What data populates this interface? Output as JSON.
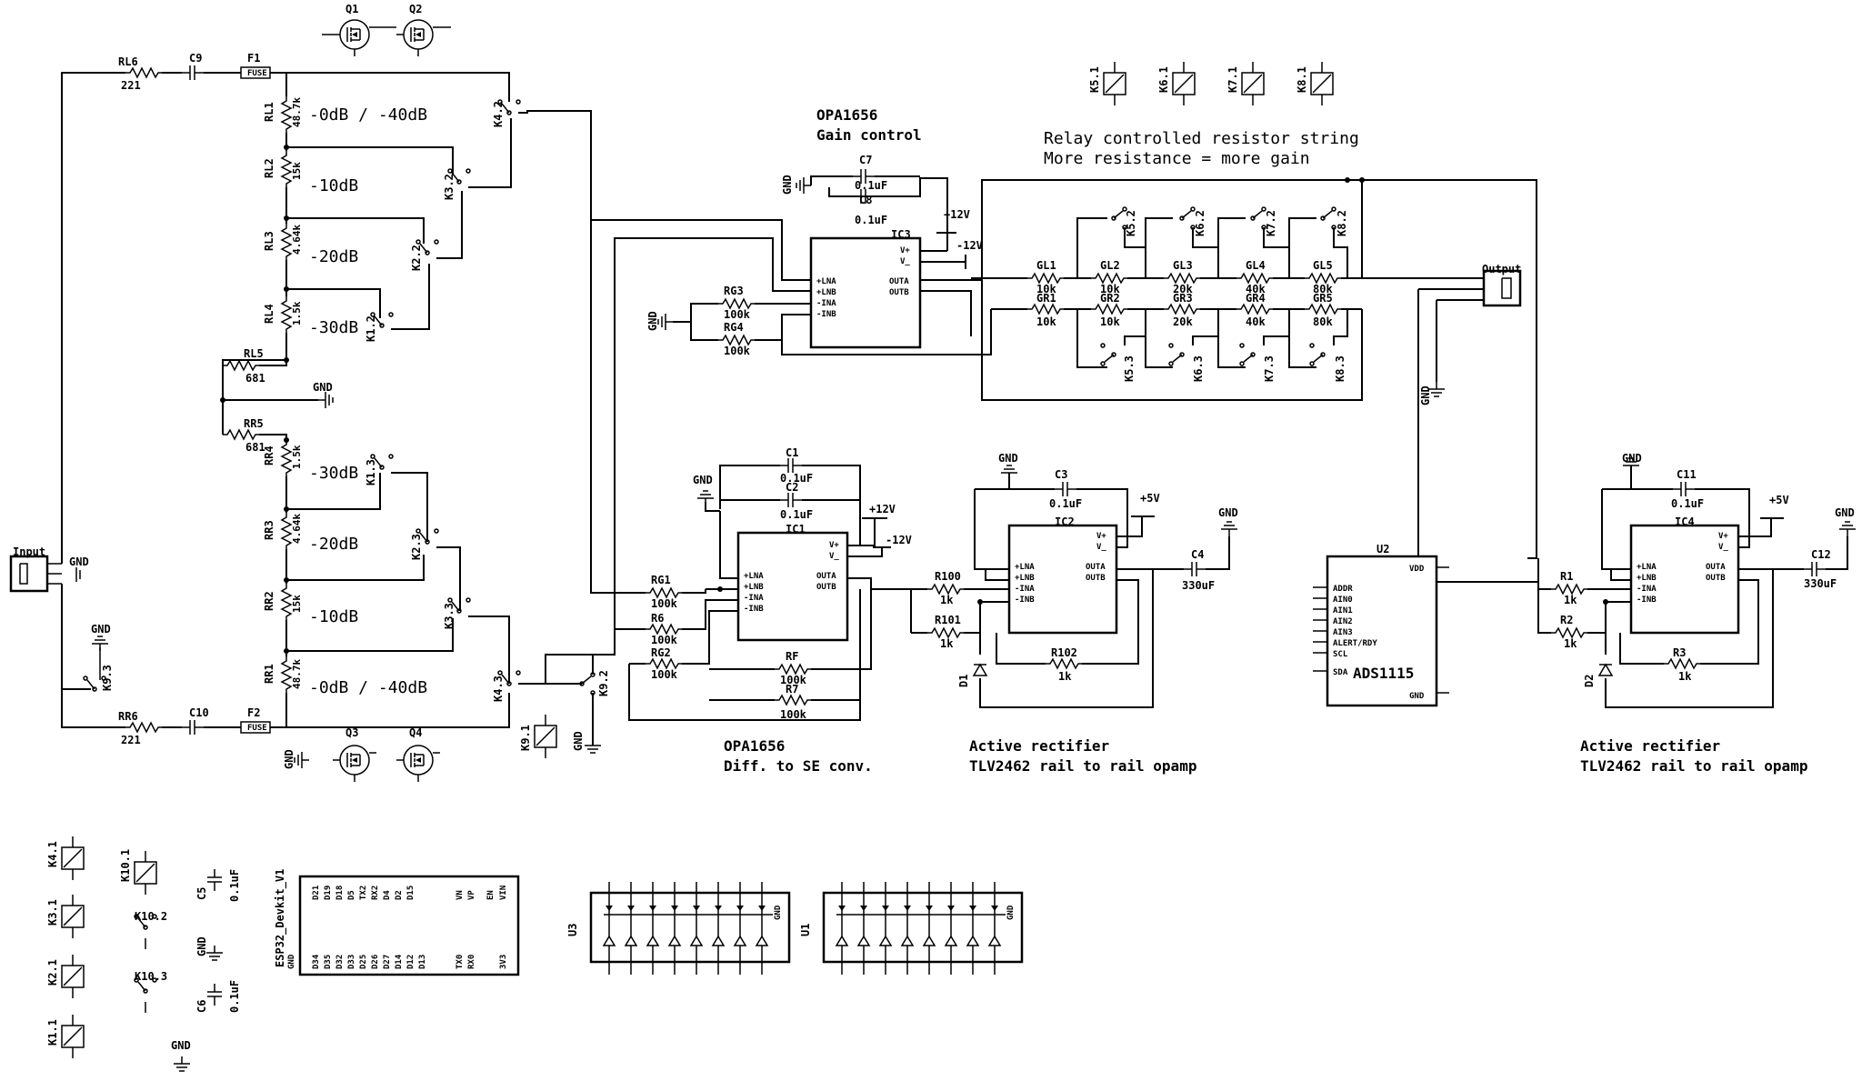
{
  "notes": {
    "relay_string_1": "Relay controlled resistor string",
    "relay_string_2": "More resistance = more gain",
    "gain_ctrl_chip": "OPA1656",
    "gain_ctrl_desc": "Gain control",
    "diff_chip": "OPA1656",
    "diff_desc": "Diff. to SE conv.",
    "rect1_title": "Active rectifier",
    "rect1_desc": "TLV2462 rail to rail opamp",
    "rect2_title": "Active rectifier",
    "rect2_desc": "TLV2462 rail to rail opamp"
  },
  "attenuator": {
    "left": [
      {
        "ref": "RL1",
        "val": "48.7k",
        "step": "-0dB / -40dB"
      },
      {
        "ref": "RL2",
        "val": "15k",
        "step": "-10dB"
      },
      {
        "ref": "RL3",
        "val": "4.64k",
        "step": "-20dB"
      },
      {
        "ref": "RL4",
        "val": "1.5k",
        "step": "-30dB"
      }
    ],
    "right": [
      {
        "ref": "RR4",
        "val": "1.5k",
        "step": "-30dB"
      },
      {
        "ref": "RR3",
        "val": "4.64k",
        "step": "-20dB"
      },
      {
        "ref": "RR2",
        "val": "15k",
        "step": "-10dB"
      },
      {
        "ref": "RR1",
        "val": "48.7k",
        "step": "-0dB / -40dB"
      }
    ],
    "rl5": {
      "ref": "RL5",
      "val": "681"
    },
    "rr5": {
      "ref": "RR5",
      "val": "681"
    },
    "relays_top": [
      "K4.2",
      "K3.2",
      "K2.2",
      "K1.2"
    ],
    "relays_bot": [
      "K1.3",
      "K2.3",
      "K3.3",
      "K4.3"
    ]
  },
  "input": {
    "connector": "Input",
    "gnd": "GND",
    "rl6": {
      "ref": "RL6",
      "val": "221"
    },
    "rr6": {
      "ref": "RR6",
      "val": "221"
    },
    "c9": "C9",
    "c10": "C10",
    "f1": "F1",
    "f2": "F2",
    "fuse": "FUSE",
    "k93": "K9.3",
    "k92": "K9.2",
    "k91": "K9.1"
  },
  "mosfets": [
    "Q1",
    "Q2",
    "Q3",
    "Q4"
  ],
  "gnd": "GND",
  "ic3": {
    "ref": "IC3",
    "pins_l": [
      "+LNA",
      "+LNB",
      "-INA",
      "-INB"
    ],
    "pins_r": [
      "OUTA",
      "OUTB"
    ],
    "vp": "V+",
    "vm": "V_"
  },
  "ic1": {
    "ref": "IC1",
    "pins_l": [
      "+LNA",
      "+LNB",
      "-INA",
      "-INB"
    ],
    "pins_r": [
      "OUTA",
      "OUTB"
    ],
    "vp": "V+",
    "vm": "V_"
  },
  "ic2": {
    "ref": "IC2",
    "pins_l": [
      "+LNA",
      "+LNB",
      "-INA",
      "-INB"
    ],
    "pins_r": [
      "OUTA",
      "OUTB"
    ],
    "vp": "V+",
    "vm": "V_"
  },
  "ic4": {
    "ref": "IC4",
    "pins_l": [
      "+LNA",
      "+LNB",
      "-INA",
      "-INB"
    ],
    "pins_r": [
      "OUTA",
      "OUTB"
    ],
    "vp": "V+",
    "vm": "V_"
  },
  "caps": {
    "c7": {
      "ref": "C7",
      "val": "0.1uF"
    },
    "c8": {
      "ref": "C8",
      "val": "0.1uF"
    },
    "c1": {
      "ref": "C1",
      "val": "0.1uF"
    },
    "c2": {
      "ref": "C2",
      "val": "0.1uF"
    },
    "c3": {
      "ref": "C3",
      "val": "0.1uF"
    },
    "c4": {
      "ref": "C4",
      "val": "330uF"
    },
    "c11": {
      "ref": "C11",
      "val": "0.1uF"
    },
    "c12": {
      "ref": "C12",
      "val": "330uF"
    },
    "c5": {
      "ref": "C5",
      "val": "0.1uF"
    },
    "c6": {
      "ref": "C6",
      "val": "0.1uF"
    }
  },
  "rails": {
    "p12": "+12V",
    "m12": "-12V",
    "p5": "+5V"
  },
  "gain_res": {
    "rg3": {
      "ref": "RG3",
      "val": "100k"
    },
    "rg4": {
      "ref": "RG4",
      "val": "100k"
    },
    "rg1": {
      "ref": "RG1",
      "val": "100k"
    },
    "r6": {
      "ref": "R6",
      "val": "100k"
    },
    "rg2": {
      "ref": "RG2",
      "val": "100k"
    },
    "rf": {
      "ref": "RF",
      "val": "100k"
    },
    "r7": {
      "ref": "R7",
      "val": "100k"
    }
  },
  "string_l": [
    {
      "ref": "GL1",
      "val": "10k"
    },
    {
      "ref": "GL2",
      "val": "10k"
    },
    {
      "ref": "GL3",
      "val": "20k"
    },
    {
      "ref": "GL4",
      "val": "40k"
    },
    {
      "ref": "GL5",
      "val": "80k"
    }
  ],
  "string_r": [
    {
      "ref": "GR1",
      "val": "10k"
    },
    {
      "ref": "GR2",
      "val": "10k"
    },
    {
      "ref": "GR3",
      "val": "20k"
    },
    {
      "ref": "GR4",
      "val": "40k"
    },
    {
      "ref": "GR5",
      "val": "80k"
    }
  ],
  "string_relays_top": [
    "K5.2",
    "K6.2",
    "K7.2",
    "K8.2"
  ],
  "string_relays_bot": [
    "K5.3",
    "K6.3",
    "K7.3",
    "K8.3"
  ],
  "relay_coils_top": [
    "K5.1",
    "K6.1",
    "K7.1",
    "K8.1"
  ],
  "output": {
    "label": "Output",
    "gnd": "GND"
  },
  "rect1": {
    "r100": {
      "ref": "R100",
      "val": "1k"
    },
    "r101": {
      "ref": "R101",
      "val": "1k"
    },
    "r102": {
      "ref": "R102",
      "val": "1k"
    },
    "d1": "D1"
  },
  "rect2": {
    "r1": {
      "ref": "R1",
      "val": "1k"
    },
    "r2": {
      "ref": "R2",
      "val": "1k"
    },
    "r3": {
      "ref": "R3",
      "val": "1k"
    },
    "d2": "D2"
  },
  "adc": {
    "ref": "U2",
    "name": "ADS1115",
    "pins_l": [
      "ADDR",
      "AIN0",
      "AIN1",
      "AIN2",
      "AIN3",
      "ALERT/RDY",
      "SCL",
      "SDA"
    ],
    "vdd": "VDD",
    "gnd": "GND"
  },
  "relay_coils_bottom": [
    "K4.1",
    "K3.1",
    "K2.1",
    "K1.1"
  ],
  "k10": [
    "K10.1",
    "K10.2",
    "K10.3"
  ],
  "esp32": {
    "name": "ESP32_Devkit_V1",
    "top": [
      "D21",
      "D19",
      "D18",
      "D5",
      "TX2",
      "RX2",
      "D4",
      "D2",
      "D15"
    ],
    "top2": [
      "VN",
      "VP",
      "EN",
      "VIN"
    ],
    "bottom": [
      "GND",
      "D34",
      "D35",
      "D32",
      "D33",
      "D25",
      "D26",
      "D27",
      "D14",
      "D12",
      "D13",
      "TX0",
      "RX0",
      "3V3"
    ]
  },
  "drivers": [
    "U3",
    "U1"
  ]
}
